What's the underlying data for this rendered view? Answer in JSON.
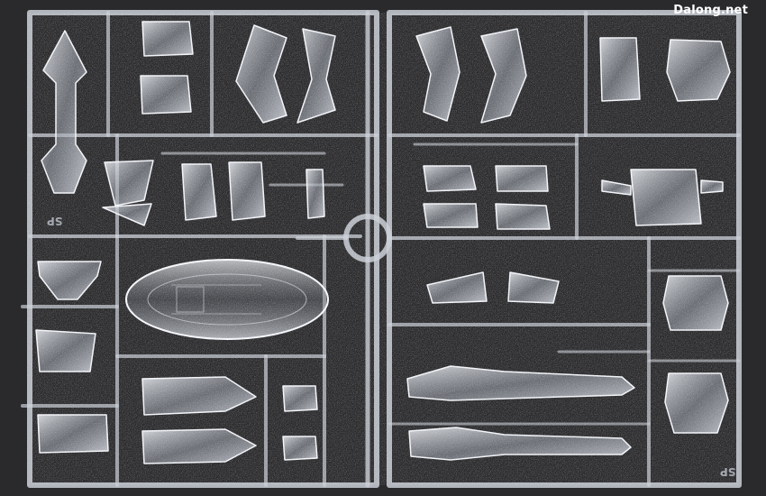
{
  "watermark": "Dalong.net",
  "sprue_labels": [
    "SP",
    "SP"
  ],
  "colors": {
    "background": "#2a2a2c",
    "plastic_clear": "#d9dde4",
    "plastic_edge": "#f4f6fa",
    "plastic_shadow": "#7c828c",
    "watermark_text": "#ffffff"
  }
}
